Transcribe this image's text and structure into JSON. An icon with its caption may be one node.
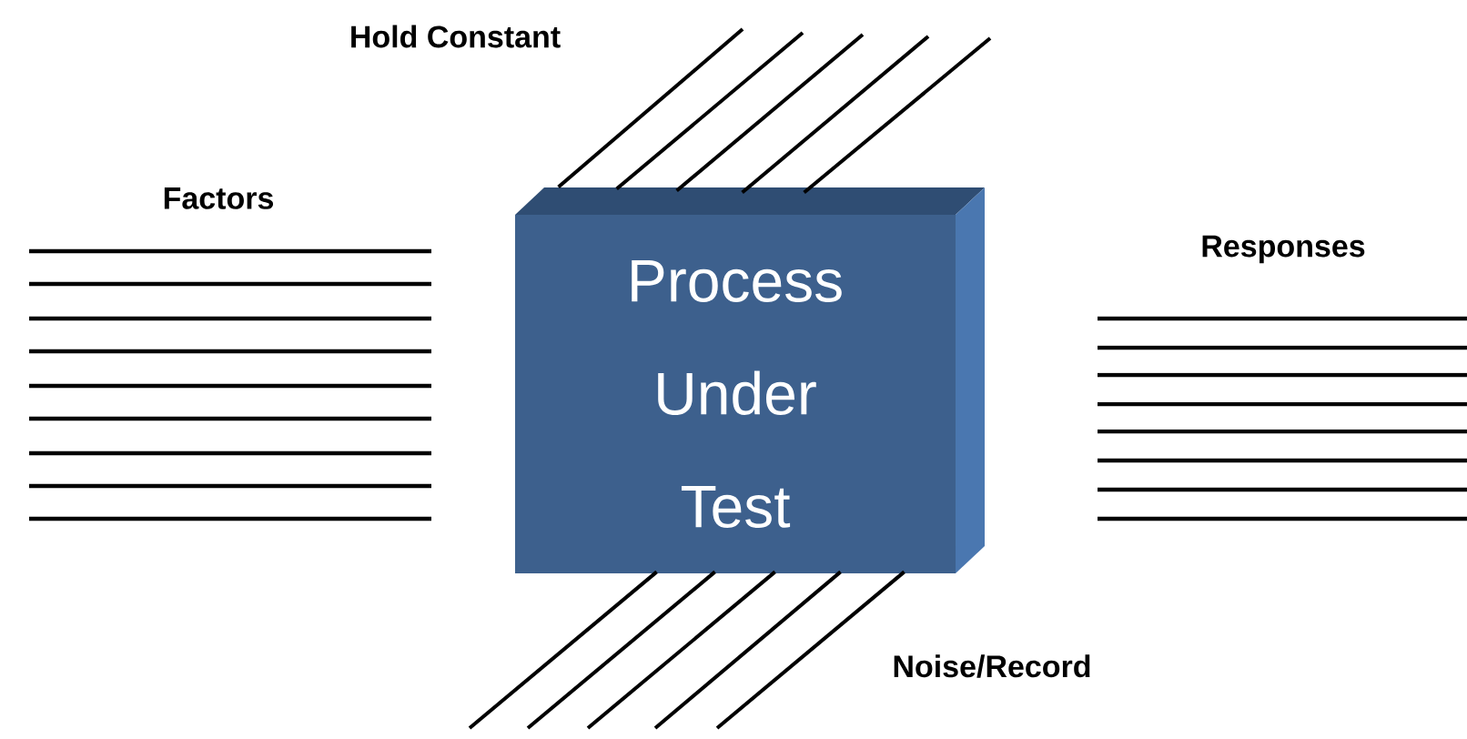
{
  "diagram": {
    "nodes": [
      {
        "text": [
          "Process Under Test"
        ]
      }
    ],
    "labels": [
      "Hold Constant",
      "Factors",
      "Responses",
      "Noise/Record"
    ]
  }
}
